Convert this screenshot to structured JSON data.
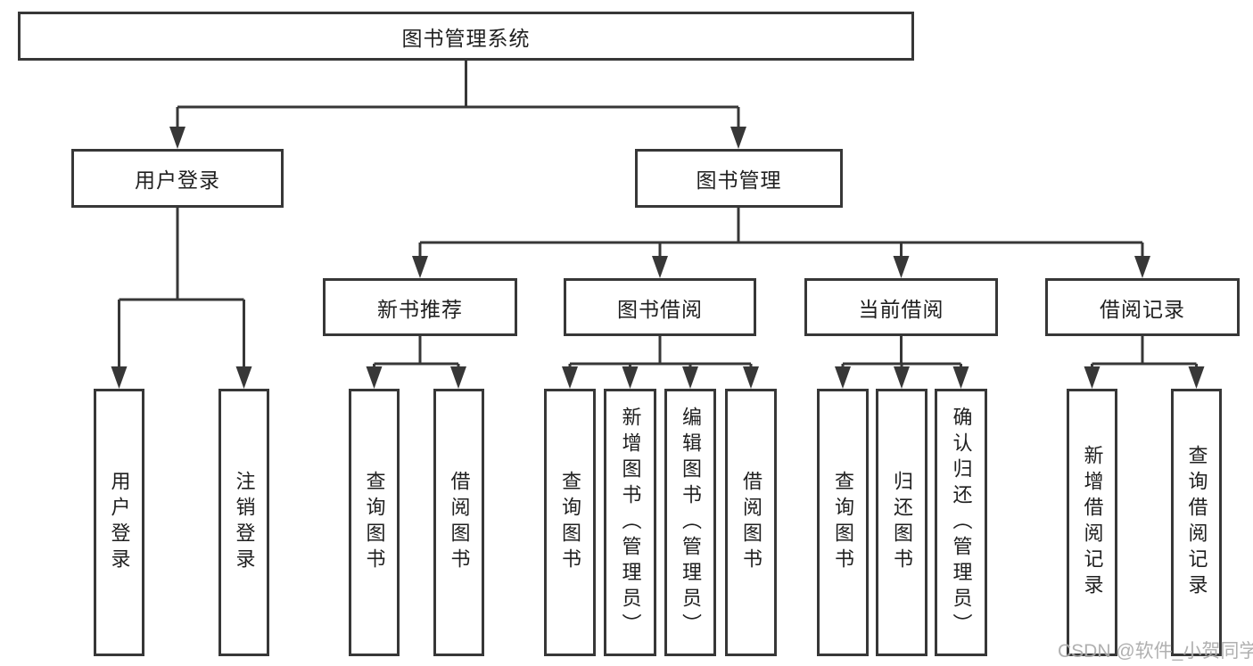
{
  "diagram": {
    "tree": {
      "label": "图书管理系统",
      "children": [
        {
          "label": "用户登录",
          "children": [
            {
              "label": "用户登录"
            },
            {
              "label": "注销登录"
            }
          ]
        },
        {
          "label": "图书管理",
          "children": [
            {
              "label": "新书推荐",
              "children": [
                {
                  "label": "查询图书"
                },
                {
                  "label": "借阅图书"
                }
              ]
            },
            {
              "label": "图书借阅",
              "children": [
                {
                  "label": "查询图书"
                },
                {
                  "label": "新增图书（管理员）"
                },
                {
                  "label": "编辑图书（管理员）"
                },
                {
                  "label": "借阅图书"
                }
              ]
            },
            {
              "label": "当前借阅",
              "children": [
                {
                  "label": "查询图书"
                },
                {
                  "label": "归还图书"
                },
                {
                  "label": "确认归还（管理员）"
                }
              ]
            },
            {
              "label": "借阅记录",
              "children": [
                {
                  "label": "新增借阅记录"
                },
                {
                  "label": "查询借阅记录"
                }
              ]
            }
          ]
        }
      ]
    },
    "watermark": "CSDN @软件_小贺同学",
    "colors": {
      "line": "#373737",
      "text": "#1f1f1f",
      "background": "#ffffff",
      "watermark": "#a8a8a8"
    }
  }
}
